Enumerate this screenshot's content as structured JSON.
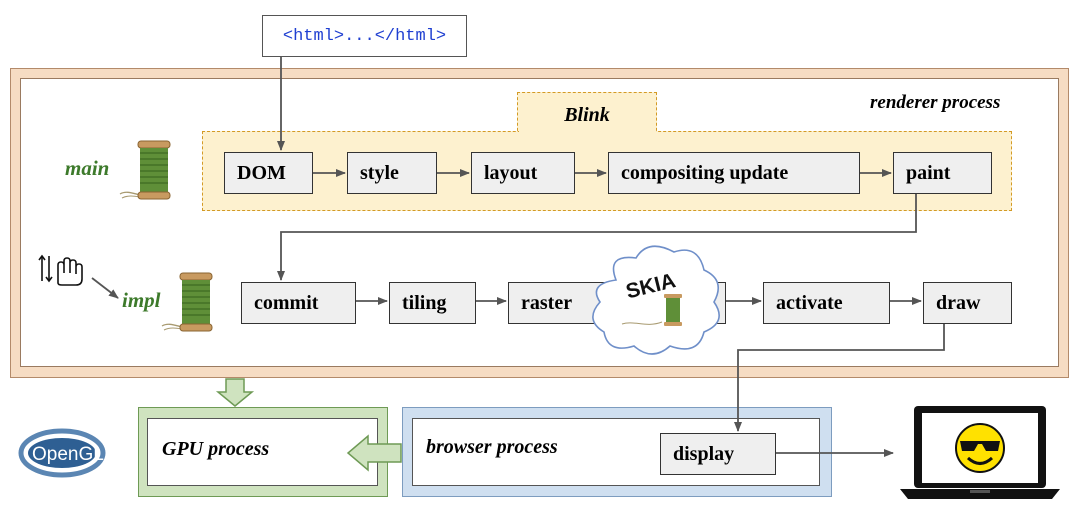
{
  "html_source": "<html>...</html>",
  "renderer": {
    "label": "renderer process"
  },
  "blink": {
    "label": "Blink"
  },
  "threads": {
    "main": "main",
    "impl": "impl"
  },
  "main_pipeline": [
    "DOM",
    "style",
    "layout",
    "compositing update",
    "paint"
  ],
  "impl_pipeline": [
    "commit",
    "tiling",
    "raster",
    "activate",
    "draw"
  ],
  "skia": {
    "label": "SKIA"
  },
  "gpu": {
    "label": "GPU process"
  },
  "browser": {
    "label": "browser process",
    "display": "display"
  },
  "opengl": {
    "logo_text": "OpenGL"
  },
  "colors": {
    "renderer_fill": "#f6dcc3",
    "blink_fill": "#fdf1cf",
    "blink_border": "#d39a25",
    "gpu_fill": "#cfe3bf",
    "browser_fill": "#cfdff0",
    "thread_label": "#3d7a2b",
    "html_text": "#1f3fd1"
  },
  "icons": [
    "thread-spool-icon",
    "scroll-touch-icon",
    "skia-cloud-icon",
    "opengl-logo-icon",
    "laptop-icon",
    "sunglasses-smiley-icon"
  ]
}
